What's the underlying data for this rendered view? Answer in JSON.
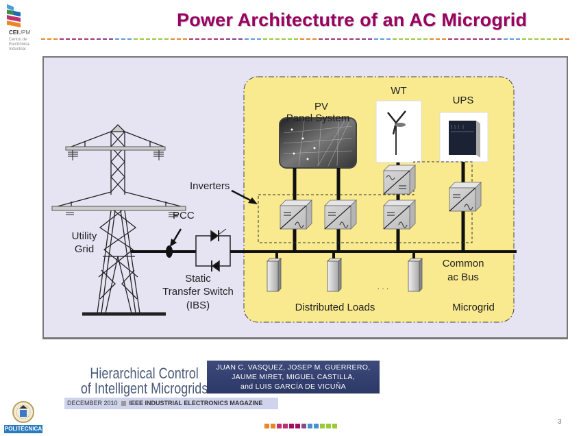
{
  "header": {
    "logo_brand_bold": "CEI",
    "logo_brand_thin": "UPM",
    "logo_subtitle": [
      "Centro de",
      "Electrónica",
      "Industrial"
    ],
    "title": "Power Architectutre of an AC Microgrid",
    "accent_color": "#9a0060",
    "dash_colors": [
      "#e8862a",
      "#a8326e",
      "#a8326e",
      "#8a3c8a",
      "#5b9bd5",
      "#9ac93c",
      "#9ac93c"
    ]
  },
  "diagram": {
    "background": "#e6e3f3",
    "microgrid_fill": "#f9e98f",
    "labels": {
      "pv": "PV",
      "pv_system": "Panel System",
      "wt": "WT",
      "ups": "UPS",
      "inverters": "Inverters",
      "pcc": "PCC",
      "utility": "Utility",
      "grid": "Grid",
      "static": "Static",
      "transfer_switch": "Transfer Switch",
      "ibs": "(IBS)",
      "common": "Common",
      "ac_bus": "ac Bus",
      "distributed_loads": "Distributed Loads",
      "ellipsis": ". . .",
      "microgrid": "Microgrid"
    },
    "components": [
      {
        "name": "utility-grid-tower",
        "type": "transmission-tower"
      },
      {
        "name": "pcc-node",
        "type": "point-of-common-coupling"
      },
      {
        "name": "static-transfer-switch",
        "type": "thyristor-pair"
      },
      {
        "name": "pv-panel",
        "type": "source"
      },
      {
        "name": "wind-turbine",
        "type": "source"
      },
      {
        "name": "ups",
        "type": "storage"
      },
      {
        "name": "pv-inverter-1",
        "type": "dc-ac"
      },
      {
        "name": "pv-inverter-2",
        "type": "dc-ac"
      },
      {
        "name": "wt-rectifier",
        "type": "ac-dc"
      },
      {
        "name": "wt-inverter",
        "type": "dc-ac"
      },
      {
        "name": "ups-inverter",
        "type": "dc-ac"
      },
      {
        "name": "load-1",
        "type": "load"
      },
      {
        "name": "load-2",
        "type": "load"
      },
      {
        "name": "load-3",
        "type": "load"
      }
    ]
  },
  "reference": {
    "title_line1": "Hierarchical Control",
    "title_line2": "of Intelligent Microgrids",
    "authors_line1": "JUAN C. VASQUEZ, JOSEP M. GUERRERO,",
    "authors_line2": "JAUME MIRET, MIGUEL CASTILLA,",
    "authors_line3": "and LUIS GARCÍA DE VICUÑA",
    "date": "DECEMBER 2010",
    "magazine": "IEEE INDUSTRIAL ELECTRONICS MAGAZINE"
  },
  "footer": {
    "university_label": "POLITÉCNICA",
    "page_number": "3",
    "square_colors": [
      "#e8862a",
      "#e8862a",
      "#c0306e",
      "#c0306e",
      "#a0105e",
      "#a0105e",
      "#8a4a8a",
      "#4a90d0",
      "#4a90d0",
      "#9ac93c",
      "#9ac93c",
      "#9ac93c"
    ]
  }
}
